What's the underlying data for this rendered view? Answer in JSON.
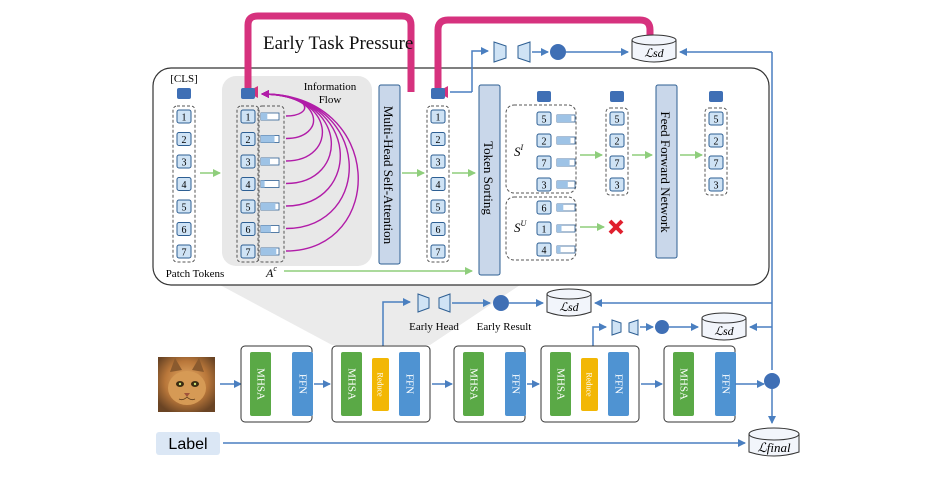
{
  "pressure_label": "Early Task Pressure",
  "loss_sd": "ℒsd",
  "loss_final": "ℒfinal",
  "cls_label": "[CLS]",
  "info_flow_line1": "Information",
  "info_flow_line2": "Flow",
  "attention_label": "A",
  "attention_sup": "c",
  "patch_tokens_label": "Patch Tokens",
  "mhsa_bar_label": "Multi-Head Self-Attention",
  "sorting_bar_label": "Token Sorting",
  "ffn_bar_label": "Feed Forward Network",
  "set_s_label": "S",
  "set_s_sup": "I",
  "set_su_label": "S",
  "set_su_sup": "U",
  "col_tokens": [
    "1",
    "2",
    "3",
    "4",
    "5",
    "6",
    "7"
  ],
  "s_tokens": [
    "5",
    "2",
    "7",
    "3"
  ],
  "su_tokens": [
    "6",
    "1",
    "4"
  ],
  "ffn_tokens": [
    "5",
    "2",
    "7",
    "3"
  ],
  "early_head_label": "Early Head",
  "early_result_label": "Early Result",
  "label_box": "Label",
  "blocks": [
    {
      "items": [
        "MHSA",
        "FFN"
      ]
    },
    {
      "items": [
        "MHSA",
        "Reduce",
        "FFN"
      ]
    },
    {
      "items": [
        "MHSA",
        "FFN"
      ]
    },
    {
      "items": [
        "MHSA",
        "Reduce",
        "FFN"
      ]
    },
    {
      "items": [
        "MHSA",
        "FFN"
      ]
    }
  ],
  "colors": {
    "token_fill": "#cfe3f5",
    "token_stroke": "#2e5f93",
    "cls_fill": "#3f6fb5",
    "bar_fill": "#c9d7ea",
    "mhsa_green": "#5aa946",
    "ffn_blue": "#4f93d2",
    "reduce_yellow": "#f2b705",
    "pressure_magenta": "#d6327e",
    "flow_purple": "#b11ca8",
    "arrow_green": "#8fce7c",
    "arrow_blue": "#4a7fc0"
  }
}
